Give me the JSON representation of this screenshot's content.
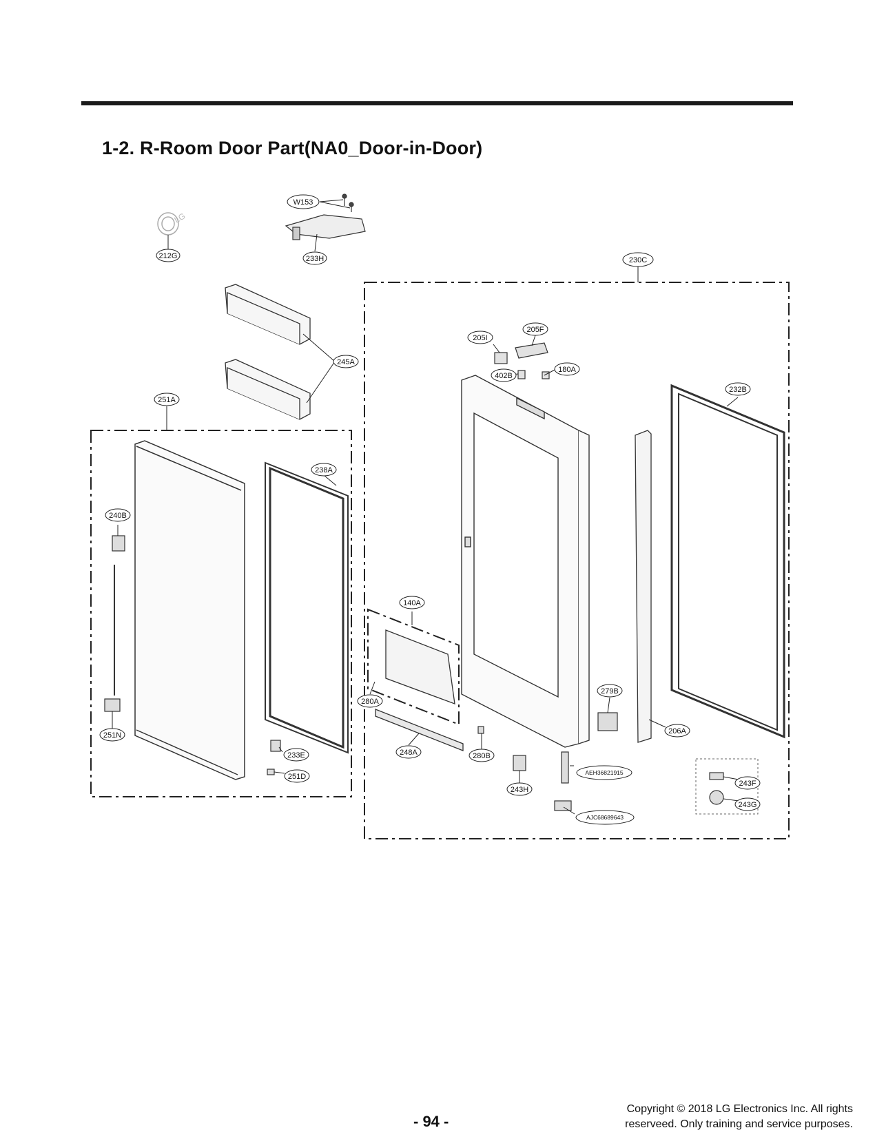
{
  "header": {
    "title": "1-2. R-Room Door Part(NA0_Door-in-Door)"
  },
  "diagram": {
    "group_labels": {
      "right_room_door_assembly": "230C",
      "outer_door_assembly": "251A",
      "inner_basket_assembly": "140A"
    },
    "part_labels": {
      "emblem": "212G",
      "hinge_screw": "W153",
      "upper_hinge": "233H",
      "basket": "245A",
      "switch": "205I",
      "cover": "205F",
      "latch": "402B",
      "bracket": "180A",
      "gasket_main": "232B",
      "gasket_outer": "238A",
      "hinge_pin": "240B",
      "wire": "251N",
      "bottom_hinge": "233E",
      "stopper": "251D",
      "cap": "280A",
      "cover_lower": "248A",
      "screw_small": "280B",
      "lower_hinge": "243H",
      "shaft": "AEH36821915",
      "hinge_asm": "AJC68689643",
      "frame": "279B",
      "gasket_bar": "206A",
      "part_f": "243F",
      "part_g": "243G"
    }
  },
  "footer": {
    "page_number": "- 94 -",
    "copyright_line1": "Copyright © 2018 LG Electronics Inc. All rights",
    "copyright_line2": "reserveed. Only training and service purposes."
  }
}
